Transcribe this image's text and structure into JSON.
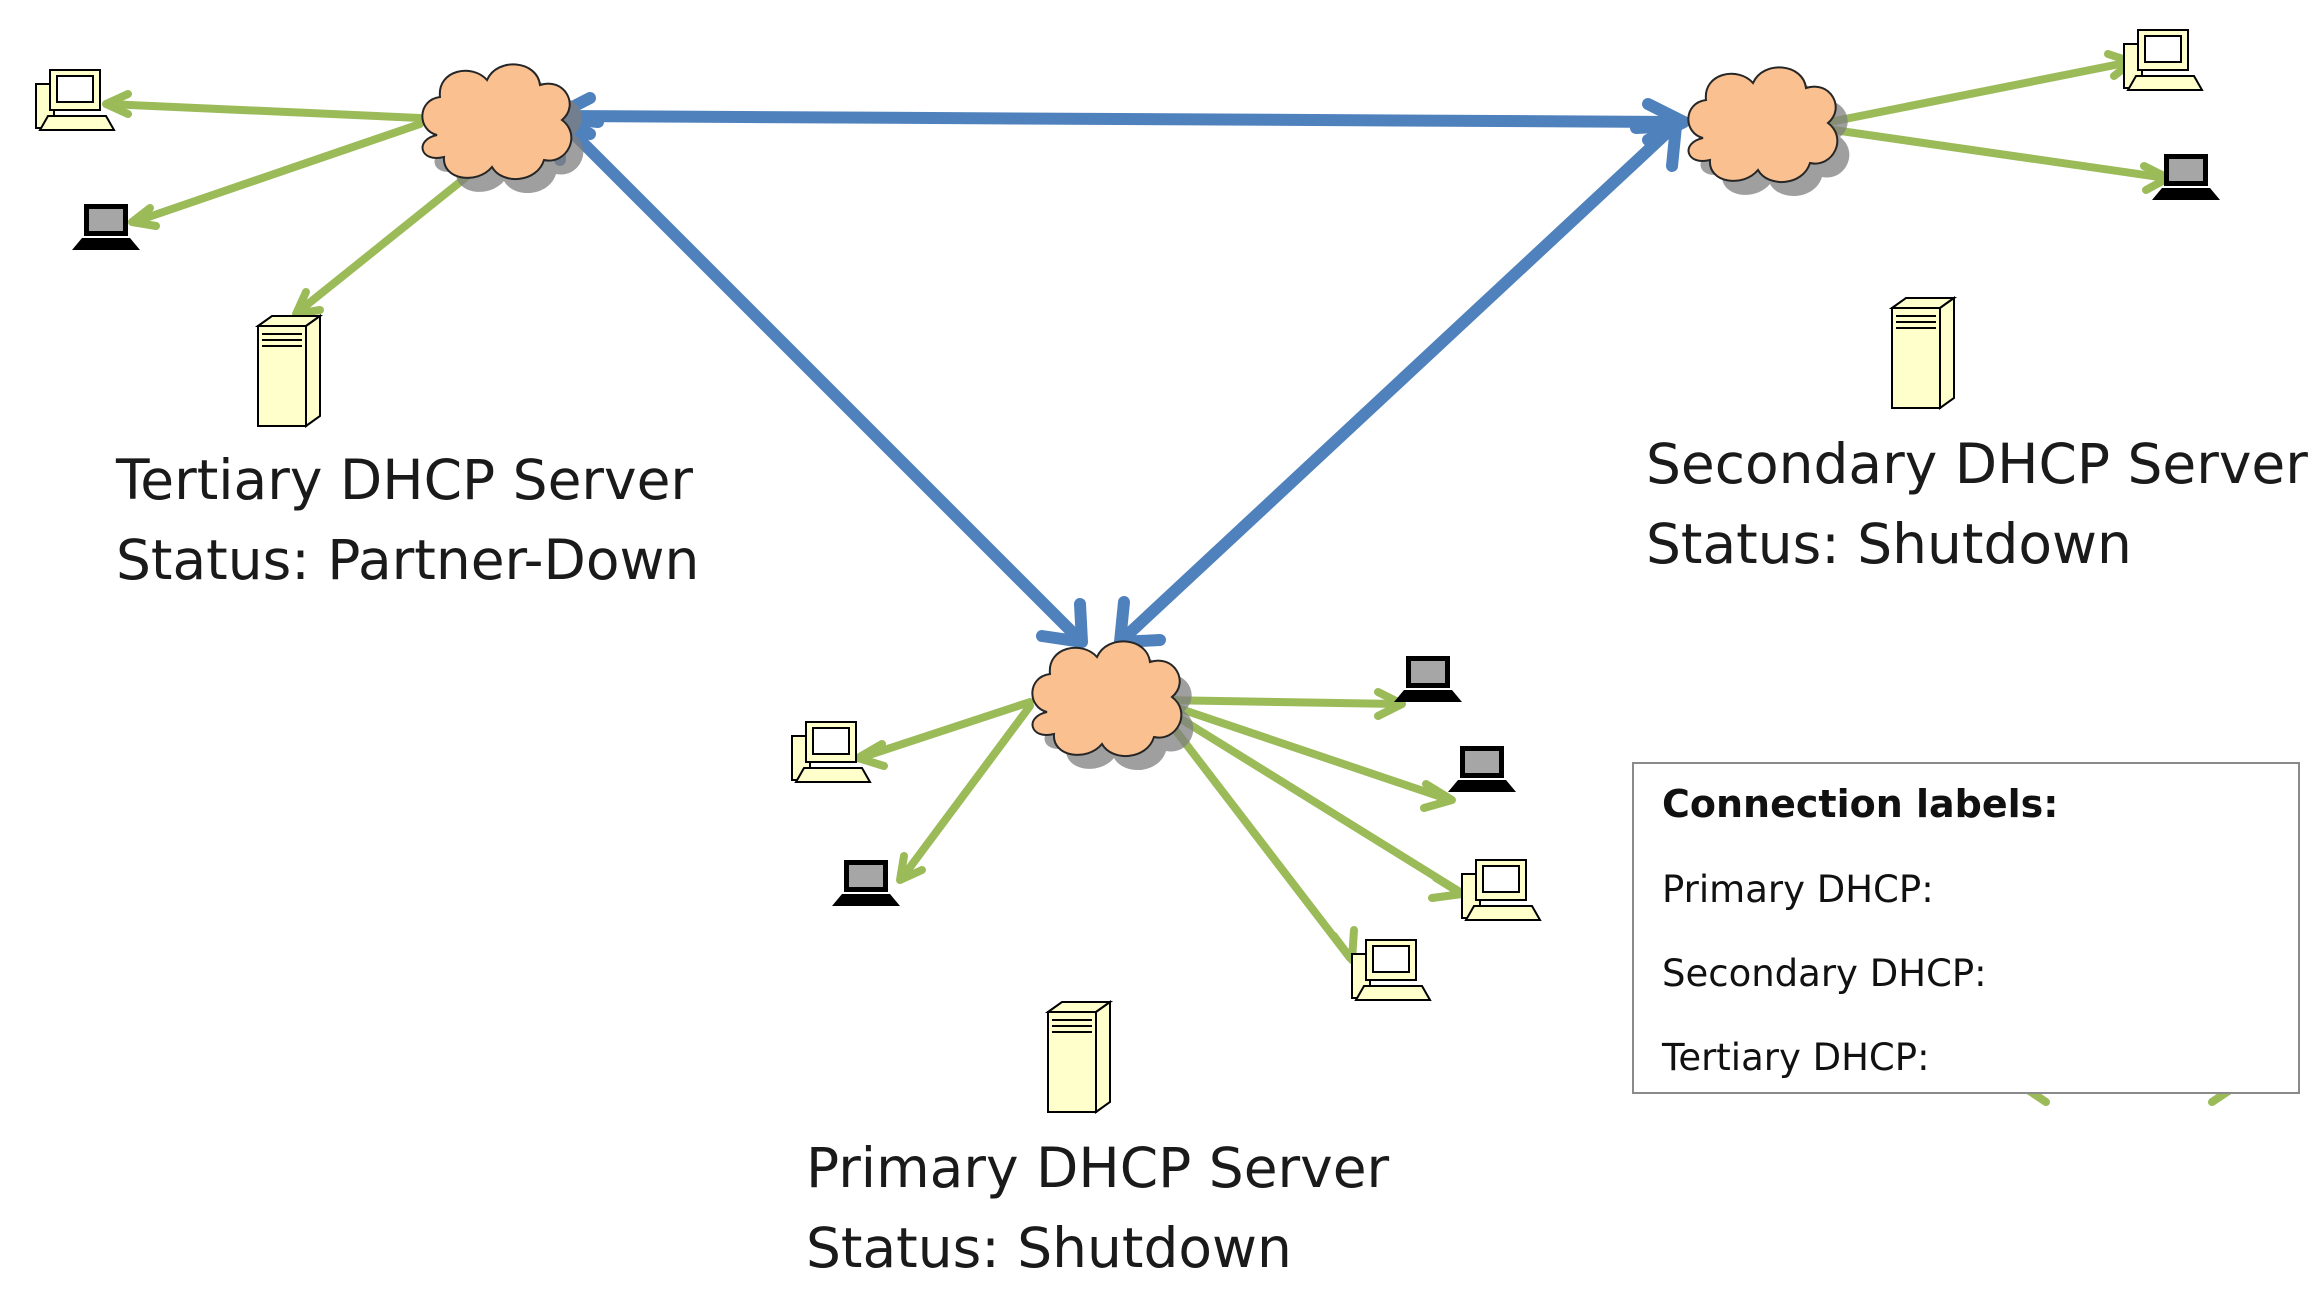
{
  "servers": {
    "tertiary": {
      "name": "Tertiary DHCP Server",
      "status": "Status: Partner-Down"
    },
    "secondary": {
      "name": "Secondary DHCP Server",
      "status": "Status: Shutdown"
    },
    "primary": {
      "name": "Primary DHCP Server",
      "status": "Status: Shutdown"
    }
  },
  "legend": {
    "title": "Connection labels:",
    "items": [
      {
        "label": "Primary DHCP:",
        "color": "#c0504d"
      },
      {
        "label": "Secondary DHCP:",
        "color": "#f79646"
      },
      {
        "label": "Tertiary DHCP:",
        "color": "#9bbb59"
      }
    ]
  },
  "colors": {
    "backbone": "#4f81bd",
    "client_link": "#9bbb59",
    "cloud": "#fac090",
    "server_body": "#ffffcc"
  },
  "icons": [
    "cloud-icon",
    "desktop-computer-icon",
    "laptop-icon",
    "server-tower-icon"
  ]
}
